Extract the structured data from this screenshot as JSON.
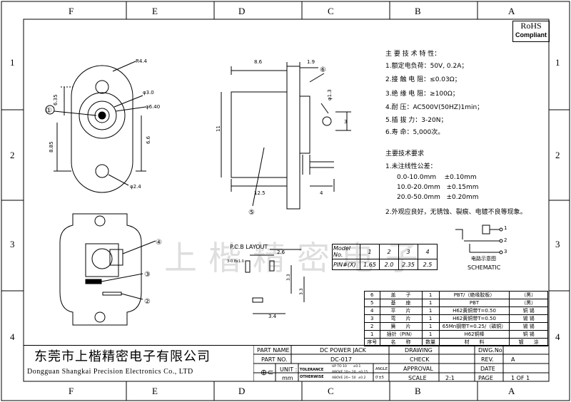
{
  "border": {
    "cols": [
      "F",
      "E",
      "D",
      "C",
      "B",
      "A"
    ],
    "rows": [
      "1",
      "2",
      "3",
      "4"
    ]
  },
  "rohs": {
    "line1": "RoHS",
    "line2": "Compliant"
  },
  "specs": {
    "title": "主 要 技 术 特 性：",
    "items": [
      "1.额定电负荷：50V, 0.2A；",
      "2.接 触 电 阻：≤0.03Ω；",
      "3.绝 缘 电 阻：≥100Ω；",
      "4.耐        压：AC500V(50HZ)1min；",
      "5.插   拔  力：3-20N；",
      "6.寿      命：5,000次。"
    ],
    "req_title": "主要技术要求",
    "req_items": [
      "1.未注线性公差：",
      "0.0-10.0mm    ±0.10mm",
      "10.0-20.0mm   ±0.15mm",
      "20.0-50.0mm   ±0.20mm",
      "2.外观应良好，无锈蚀、裂痕、电镀不良等现象。"
    ]
  },
  "schematic": {
    "cn": "电路示意图",
    "en": "SCHEMATIC",
    "pins": [
      "1",
      "2",
      "3"
    ]
  },
  "pin_table": {
    "head": [
      "Model No.",
      "1",
      "2",
      "3",
      "4"
    ],
    "row": [
      "PIN#(X)",
      "1.65",
      "2.0",
      "2.35",
      "2.5"
    ]
  },
  "pcb": {
    "label": "P.C.B LAYOUT",
    "dim_a": "2.6",
    "dim_b": "3.4",
    "hole": "3-0.8x1.0",
    "v1": "3.3",
    "v2": "3.3"
  },
  "front_dims": {
    "r": "R4.4",
    "h1": "6.35",
    "d1": "φ3.0",
    "d2": "φ6.40",
    "h2": "8.85",
    "h3": "6.6",
    "d3": "φ2.4"
  },
  "side_dims": {
    "w1": "8.6",
    "w2": "1.9",
    "h": "11",
    "d": "φ1.3",
    "v": "3",
    "w3": "12.5",
    "w4": "4"
  },
  "callouts": [
    "①",
    "②",
    "③",
    "④",
    "⑤",
    "⑥"
  ],
  "watermark": "上楷精密电子",
  "bom": {
    "rows": [
      [
        "6",
        "盖　　子",
        "1",
        "PBT/（绝缘胶板）",
        "（黑）"
      ],
      [
        "5",
        "基　　座",
        "1",
        "PBT",
        "（黑）"
      ],
      [
        "4",
        "平　　片",
        "1",
        "H62黄铜带T=0.50",
        "铜 锡"
      ],
      [
        "3",
        "弯　　片",
        "1",
        "H62黄铜带T=0.50",
        "锡 锡"
      ],
      [
        "2",
        "簧　　片",
        "1",
        "65Mn钢带T=0.25/（磷铜）",
        "锡 锡"
      ],
      [
        "1",
        "插针（PIN）",
        "1",
        "H62铜棒",
        "铜 锡"
      ]
    ],
    "header": [
      "序号",
      "名　　称",
      "数量",
      "材　　料",
      "镀　　涂"
    ]
  },
  "title_block": {
    "company_cn": "东莞市上楷精密电子有限公司",
    "company_en": "Dongguan Shangkai Precision Electronics Co., LTD",
    "part_name_label": "PART NAME",
    "part_name": "DC POWER JACK",
    "part_no_label": "PART NO.",
    "part_no": "DC-017",
    "unit_label": "UNIT :",
    "unit": "mm",
    "tol_label": "TOLERANCE",
    "tol_label2": "OTHERWISE",
    "tol_rows": [
      "UP TO 10      ±0.1",
      "ABOVE 10~ 20  ±0.15",
      "ABOVE 20~ 50  ±0.2"
    ],
    "angle_label": "ANGLE",
    "angle": "0'±5",
    "drawing": "DRAWING",
    "check": "CHECK",
    "approval": "APPROVAL",
    "scale_label": "SCALE",
    "scale": "2:1",
    "dwg_label": "DWG.No.",
    "rev_label": "REV.",
    "rev": "A",
    "date_label": "DATE",
    "page_label": "PAGE",
    "page": "1 OF 1"
  }
}
